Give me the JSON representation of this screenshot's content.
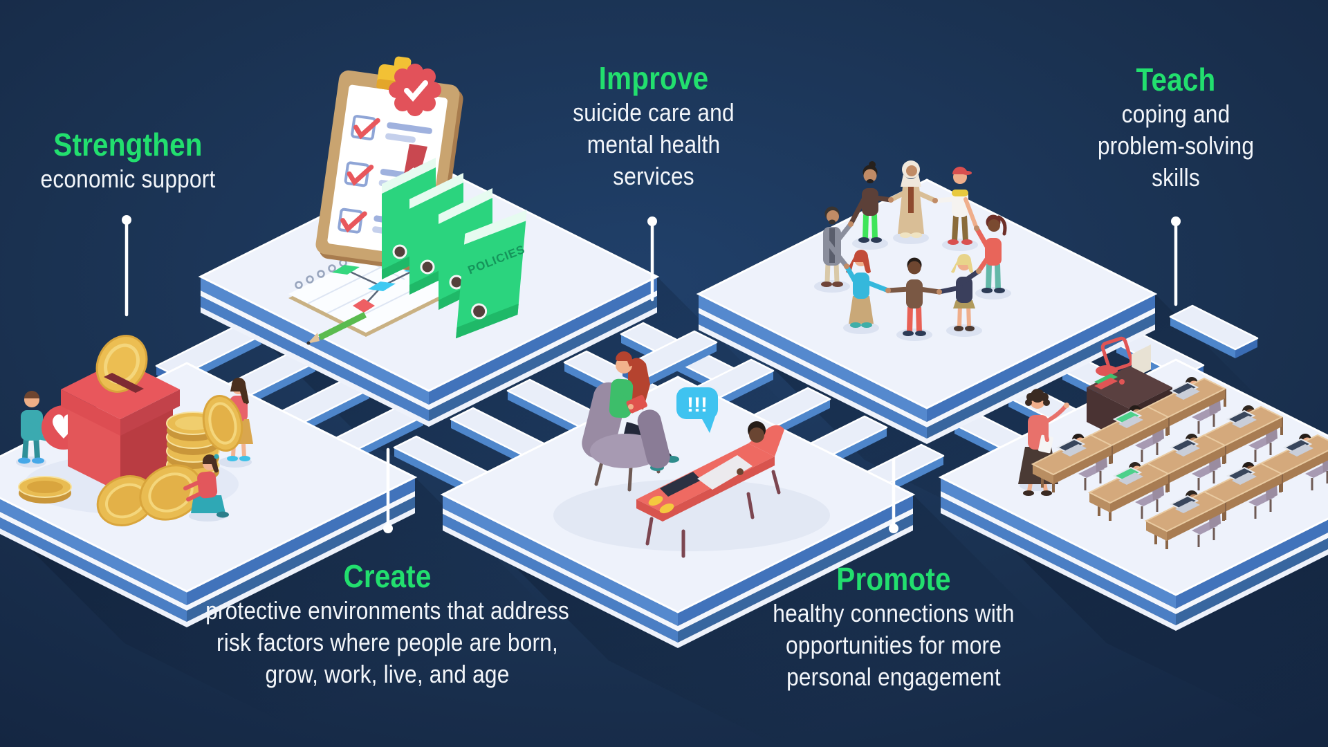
{
  "colors": {
    "background": "#1a3150",
    "accent_green": "#22df6e",
    "text_white": "#f3f6fa",
    "platform_blue": "#4e86cb",
    "plank_top": "#e9eef9",
    "box_red": "#e8575c",
    "coin_gold": "#e9bc52",
    "binder_green": "#2bd47e",
    "bubble_blue": "#3fc3f0"
  },
  "strategies": [
    {
      "id": "strengthen",
      "keyword": "Strengthen",
      "lines": [
        "economic support"
      ]
    },
    {
      "id": "improve",
      "keyword": "Improve",
      "lines": [
        "suicide care and",
        "mental health",
        "services"
      ]
    },
    {
      "id": "teach",
      "keyword": "Teach",
      "lines": [
        "coping and",
        "problem-solving",
        "skills"
      ]
    },
    {
      "id": "create",
      "keyword": "Create",
      "lines": [
        "protective environments that address",
        "risk factors where people are born,",
        "grow, work, live, and age"
      ]
    },
    {
      "id": "promote",
      "keyword": "Promote",
      "lines": [
        "healthy connections with",
        "opportunities for more",
        "personal engagement"
      ]
    }
  ],
  "scene_text": {
    "binder_label": "POLICIES",
    "speech_bubble": "!!!"
  }
}
